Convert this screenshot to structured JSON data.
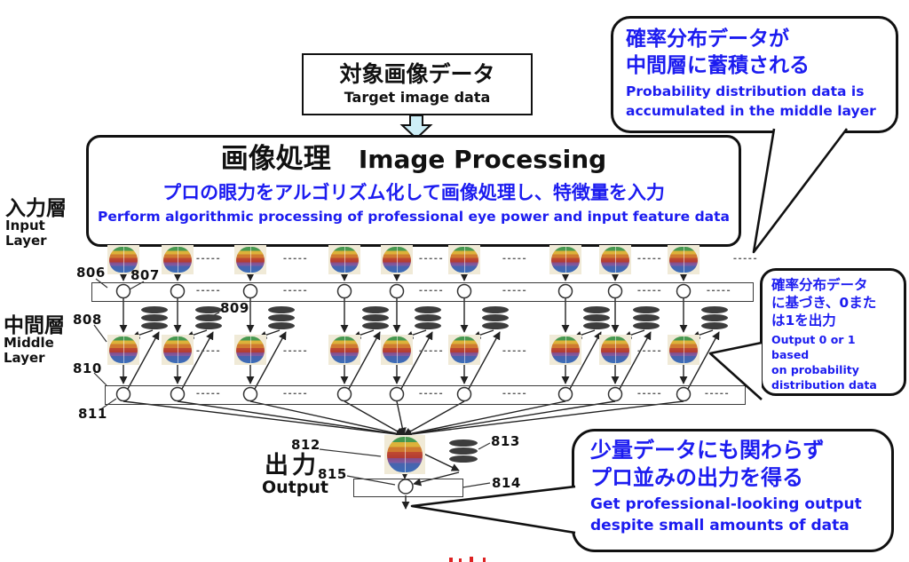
{
  "top_box": {
    "title_jp": "対象画像データ",
    "title_en": "Target image data"
  },
  "process_box": {
    "title_jp": "画像処理",
    "title_en": "Image Processing",
    "desc_jp": "プロの眼力をアルゴリズム化して画像処理し、特徴量を入力",
    "desc_en": "Perform algorithmic processing of professional eye power and input feature data"
  },
  "layer_labels": {
    "input_jp": "入力層",
    "input_en": "Input\nLayer",
    "middle_jp": "中間層",
    "middle_en": "Middle\nLayer",
    "output_jp": "出力",
    "output_en": "Output"
  },
  "callouts": {
    "top": {
      "jp1": "確率分布データが",
      "jp2": "中間層に蓄積される",
      "en1": "Probability distribution data is",
      "en2": "accumulated in the middle layer"
    },
    "right": {
      "jp1": "確率分布データ",
      "jp2": "に基づき、0また",
      "jp3": "は1を出力",
      "en1": "Output 0 or 1 based",
      "en2": "on probability",
      "en3": "distribution data"
    },
    "bottom": {
      "jp1": "少量データにも関わらず",
      "jp2": "プロ並みの出力を得る",
      "en1": "Get professional-looking output",
      "en2": "despite small amounts of data"
    }
  },
  "ref_labels": [
    "806",
    "807",
    "808",
    "809",
    "810",
    "811",
    "812",
    "813",
    "814",
    "815"
  ],
  "network": {
    "input_units": 9,
    "middle_units": 9,
    "output_units": 1,
    "ellipsis": "-----",
    "icons": [
      "brain-icon",
      "database-icon",
      "node-circle"
    ]
  },
  "colors": {
    "annotation_blue": "#1c1cf0",
    "down_arrow_fill": "#cdeef7",
    "database_gray": "#3d3d3d",
    "line_black": "#222222",
    "brain_stripes": [
      "#47984f",
      "#dcb23a",
      "#cf7a30",
      "#b03b33",
      "#7c5fa8",
      "#3a6db8"
    ]
  }
}
